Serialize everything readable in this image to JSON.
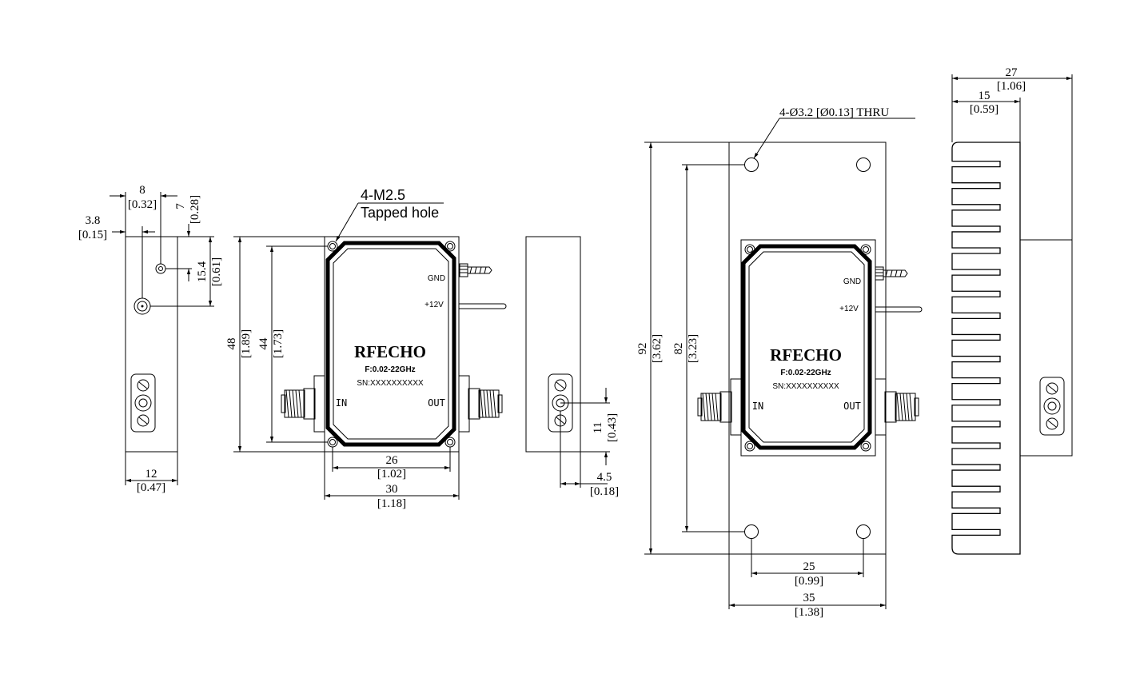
{
  "left_view": {
    "dim_8": "8",
    "dim_8_in": "[0.32]",
    "dim_7": "7",
    "dim_7_in": "[0.28]",
    "dim_3_8": "3.8",
    "dim_3_8_in": "[0.15]",
    "dim_15_4": "15.4",
    "dim_15_4_in": "[0.61]",
    "dim_12": "12",
    "dim_12_in": "[0.47]"
  },
  "front_view": {
    "callout_line1": "4-M2.5",
    "callout_line2": "Tapped hole",
    "gnd": "GND",
    "vcc": "+12V",
    "brand": "RFECHO",
    "freq": "F:0.02-22GHz",
    "serial": "SN:XXXXXXXXXX",
    "in": "IN",
    "out": "OUT",
    "dim_48": "48",
    "dim_48_in": "[1.89]",
    "dim_44": "44",
    "dim_44_in": "[1.73]",
    "dim_26": "26",
    "dim_26_in": "[1.02]",
    "dim_30": "30",
    "dim_30_in": "[1.18]"
  },
  "right_view": {
    "dim_11": "11",
    "dim_11_in": "[0.43]",
    "dim_4_5": "4.5",
    "dim_4_5_in": "[0.18]"
  },
  "heatsink_front": {
    "callout": "4-Ø3.2  [Ø0.13] THRU",
    "gnd": "GND",
    "vcc": "+12V",
    "brand": "RFECHO",
    "freq": "F:0.02-22GHz",
    "serial": "SN:XXXXXXXXXX",
    "in": "IN",
    "out": "OUT",
    "dim_92": "92",
    "dim_92_in": "[3.62]",
    "dim_82": "82",
    "dim_82_in": "[3.23]",
    "dim_25": "25",
    "dim_25_in": "[0.99]",
    "dim_35": "35",
    "dim_35_in": "[1.38]"
  },
  "heatsink_side": {
    "dim_27": "27",
    "dim_27_in": "[1.06]",
    "dim_15": "15",
    "dim_15_in": "[0.59]"
  }
}
